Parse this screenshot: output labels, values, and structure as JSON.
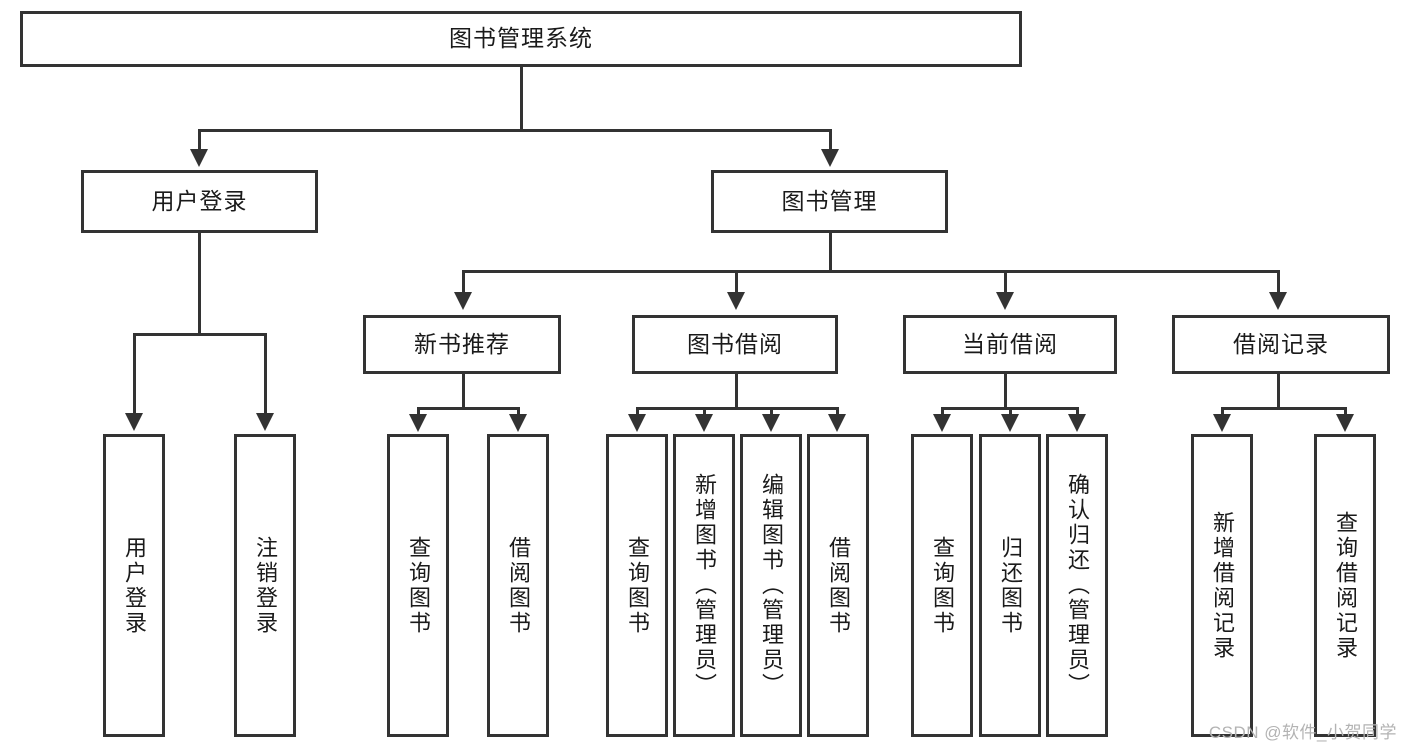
{
  "diagram": {
    "title": "图书管理系统",
    "watermark": "CSDN @软件_小贺同学",
    "accent_color": "#333333",
    "background_color": "#ffffff",
    "text_color": "#1a1a1a",
    "root": {
      "label": "图书管理系统"
    },
    "level1": [
      {
        "label": "用户登录"
      },
      {
        "label": "图书管理"
      }
    ],
    "level2": [
      {
        "label": "新书推荐"
      },
      {
        "label": "图书借阅"
      },
      {
        "label": "当前借阅"
      },
      {
        "label": "借阅记录"
      }
    ],
    "leaves": {
      "user_login": [
        {
          "label": "用户登录"
        },
        {
          "label": "注销登录"
        }
      ],
      "new_book_recommend": [
        {
          "label": "查询图书"
        },
        {
          "label": "借阅图书"
        }
      ],
      "book_borrow": [
        {
          "label": "查询图书"
        },
        {
          "label": "新增图书（管理员）"
        },
        {
          "label": "编辑图书（管理员）"
        },
        {
          "label": "借阅图书"
        }
      ],
      "current_borrow": [
        {
          "label": "查询图书"
        },
        {
          "label": "归还图书"
        },
        {
          "label": "确认归还（管理员）"
        }
      ],
      "borrow_record": [
        {
          "label": "新增借阅记录"
        },
        {
          "label": "查询借阅记录"
        }
      ]
    }
  }
}
